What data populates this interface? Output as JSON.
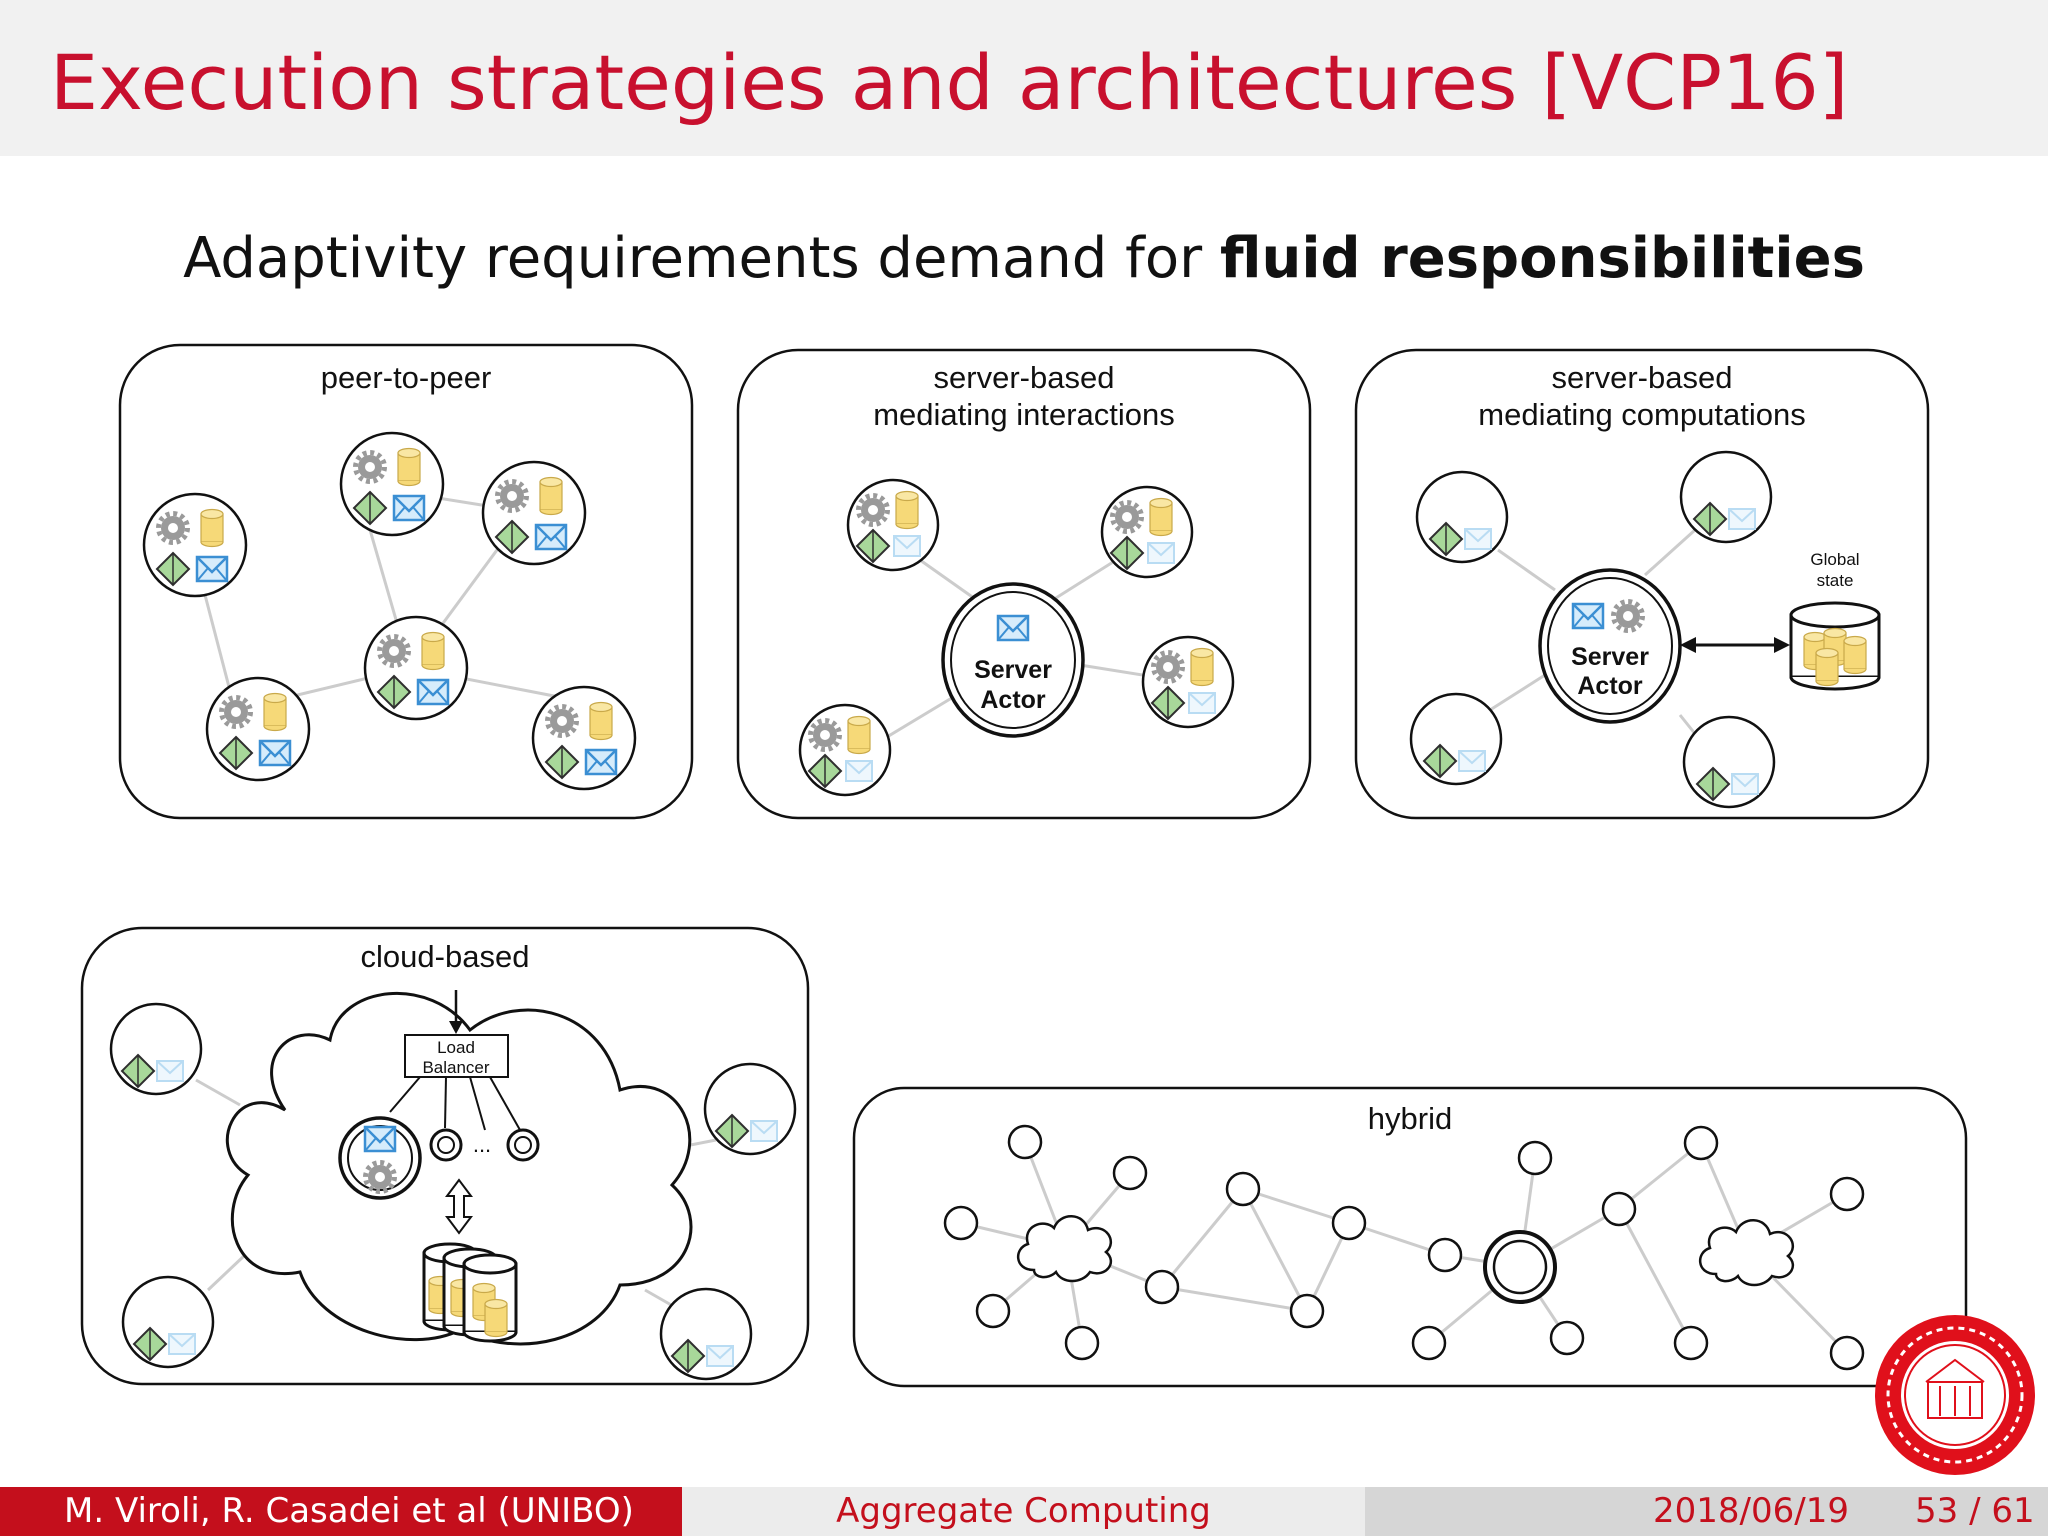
{
  "slide": {
    "title": "Execution strategies and architectures [VCP16]",
    "subtitle_plain": "Adaptivity requirements demand for ",
    "subtitle_bold": "fluid responsibilities"
  },
  "panels": {
    "p2p": {
      "label": "peer-to-peer"
    },
    "server_interactions": {
      "label_line1": "server-based",
      "label_line2": "mediating interactions",
      "server_line1": "Server",
      "server_line2": "Actor"
    },
    "server_computations": {
      "label_line1": "server-based",
      "label_line2": "mediating computations",
      "server_line1": "Server",
      "server_line2": "Actor",
      "global_line1": "Global",
      "global_line2": "state"
    },
    "cloud": {
      "label": "cloud-based",
      "lb_line1": "Load",
      "lb_line2": "Balancer",
      "ellipsis": "..."
    },
    "hybrid": {
      "label": "hybrid"
    }
  },
  "footer": {
    "authors": "M. Viroli, R. Casadei et al  (UNIBO)",
    "course": "Aggregate Computing",
    "date": "2018/06/19",
    "page": "53 / 61"
  },
  "colors": {
    "title": "#c8102e",
    "footer_red": "#c40f1c",
    "db_yellow": "#f6d978",
    "diamond_green": "#a8d89a",
    "envelope_blue": "#4aa3df"
  },
  "icons": [
    "gear-icon",
    "database-icon",
    "diamond-icon",
    "envelope-icon",
    "cloud-icon",
    "university-seal-icon"
  ]
}
